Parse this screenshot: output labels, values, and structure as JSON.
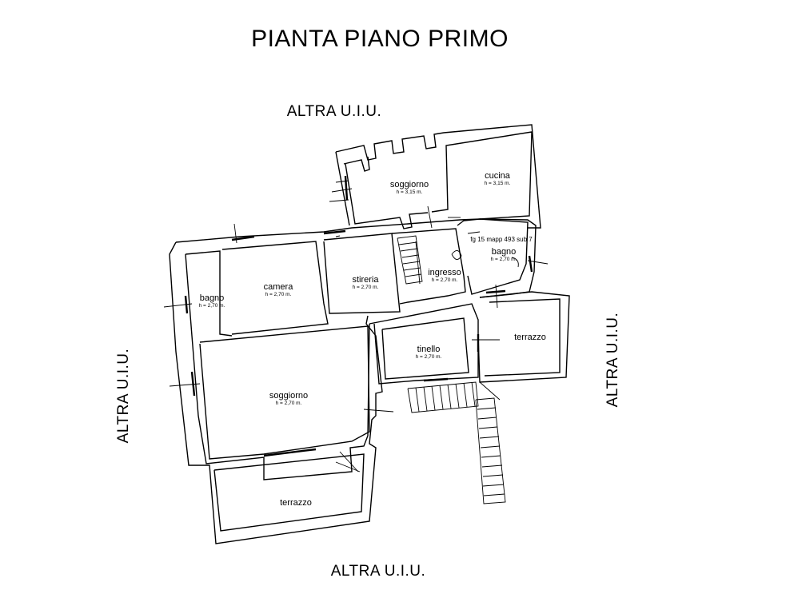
{
  "title": "PIANTA PIANO PRIMO",
  "neighbors": {
    "top": "ALTRA U.I.U.",
    "bottom": "ALTRA U.I.U.",
    "left": "ALTRA U.I.U.",
    "right": "ALTRA U.I.U."
  },
  "cadastral_ref": "fg 15   mapp 493 sub 7",
  "rooms": [
    {
      "id": "soggiorno-upper",
      "name": "soggiorno",
      "height": "h = 3,15 m."
    },
    {
      "id": "cucina",
      "name": "cucina",
      "height": "h = 3,15 m."
    },
    {
      "id": "bagno-right",
      "name": "bagno",
      "height": "h = 2,70 m."
    },
    {
      "id": "ingresso",
      "name": "ingresso",
      "height": "h = 2,70 m."
    },
    {
      "id": "stireria",
      "name": "stireria",
      "height": "h = 2,70 m."
    },
    {
      "id": "camera",
      "name": "camera",
      "height": "h = 2,70 m."
    },
    {
      "id": "bagno-left",
      "name": "bagno",
      "height": "h = 2,70 m."
    },
    {
      "id": "tinello",
      "name": "tinello",
      "height": "h = 2,70 m."
    },
    {
      "id": "terrazzo-right",
      "name": "terrazzo",
      "height": ""
    },
    {
      "id": "soggiorno-main",
      "name": "soggiorno",
      "height": "h = 2,70 m."
    },
    {
      "id": "terrazzo-bottom",
      "name": "terrazzo",
      "height": ""
    }
  ]
}
